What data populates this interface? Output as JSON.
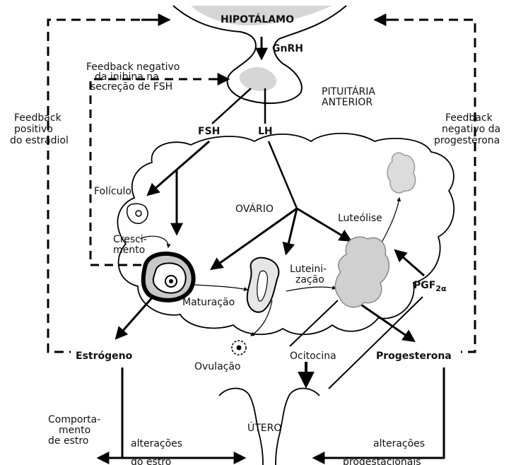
{
  "labels": {
    "hypothalamus": "HIPOTÁLAMO",
    "gnrh": "GnRH",
    "inhibin_1": "Feedback negativo",
    "inhibin_2": "da inibina na",
    "inhibin_3": "secreção de FSH",
    "pituitary_1": "PITUITÁRIA",
    "pituitary_2": "ANTERIOR",
    "estradiol_1": "Feedback",
    "estradiol_2": "positivo",
    "estradiol_3": "do estradiol",
    "progesterone_fb_1": "Feedback",
    "progesterone_fb_2": "negativo da",
    "progesterone_fb_3": "progesterona",
    "fsh": "FSH",
    "lh": "LH",
    "follicle": "Folículo",
    "growth_1": "Cresci-",
    "growth_2": "mento",
    "ovary": "OVÁRIO",
    "luteolysis": "Luteólise",
    "luteinization_1": "Luteini-",
    "luteinization_2": "zação",
    "maturation": "Maturação",
    "pgf": "PGF",
    "pgf_sub": "2α",
    "estrogen": "Estrógeno",
    "ovulation": "Ovulação",
    "oxytocin": "Ocitocina",
    "progesterone": "Progesterona",
    "behavior_1": "Comporta-",
    "behavior_2": "mento",
    "behavior_3": "de estro",
    "estro_changes_1": "alterações",
    "estro_changes_2": "do estro",
    "uterus": "ÚTERO",
    "progest_changes_1": "alterações",
    "progest_changes_2": "progestacionais"
  }
}
